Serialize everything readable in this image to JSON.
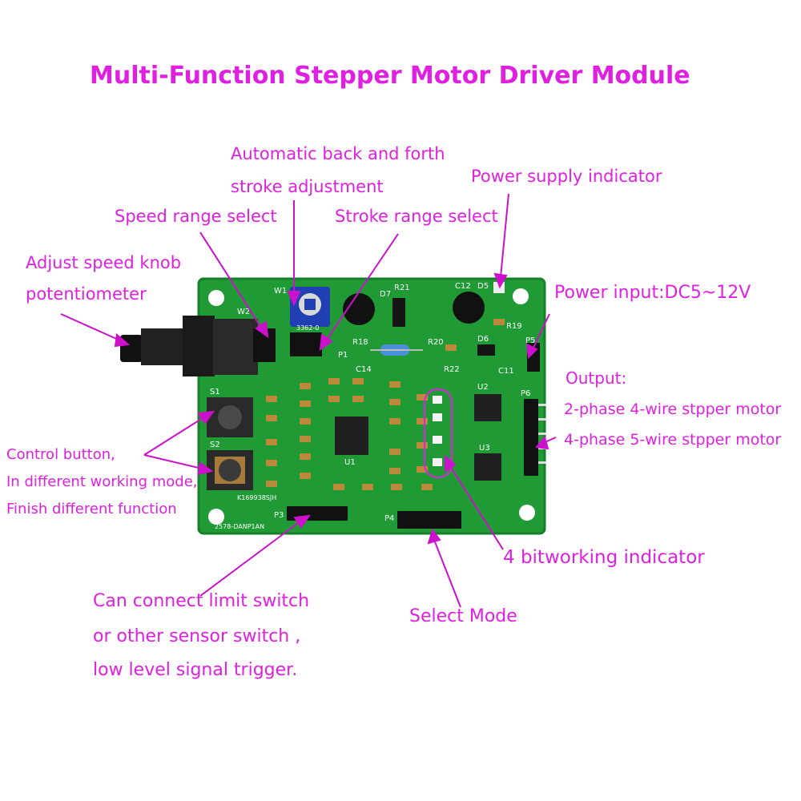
{
  "colors": {
    "label": "#e020e0",
    "pcb": "#1f9a35",
    "pcb_edge": "#168028",
    "chip": "#202020",
    "leader": "#cc10cc"
  },
  "title": "Multi-Function Stepper Motor Driver Module",
  "labels": {
    "auto_stroke_1": "Automatic back and forth",
    "auto_stroke_2": "stroke adjustment",
    "power_indicator": "Power supply indicator",
    "speed_range": "Speed range select",
    "stroke_range": "Stroke range select",
    "speed_knob_1": "Adjust speed knob",
    "speed_knob_2": "potentiometer",
    "power_input": "Power input:DC5~12V",
    "output_1": "Output:",
    "output_2": "2-phase 4-wire stpper motor",
    "output_3": "4-phase 5-wire stpper motor",
    "control_1": "Control button,",
    "control_2": "In different working mode,",
    "control_3": "Finish different function",
    "indicator": "4 bitworking indicator",
    "limit_1": "Can connect limit switch",
    "limit_2": "or other sensor switch ,",
    "limit_3": "low level signal trigger.",
    "select_mode": "Select Mode"
  },
  "silkscreen": {
    "s1": "S1",
    "s2": "S2",
    "w1": "W1",
    "w2": "W2",
    "u1": "U1",
    "u2": "U2",
    "u3": "U3",
    "p1": "P1",
    "p3": "P3",
    "p4": "P4",
    "p5": "P5",
    "p6": "P6",
    "r18": "R18",
    "r19": "R19",
    "r20": "R20",
    "r21": "R21",
    "r22": "R22",
    "c11": "C11",
    "c12": "C12",
    "c14": "C14",
    "d5": "D5",
    "d6": "D6",
    "d7": "D7",
    "batch": "K169938SJH",
    "model": "2578-DANP1AN",
    "pot_code": "3362-0"
  }
}
